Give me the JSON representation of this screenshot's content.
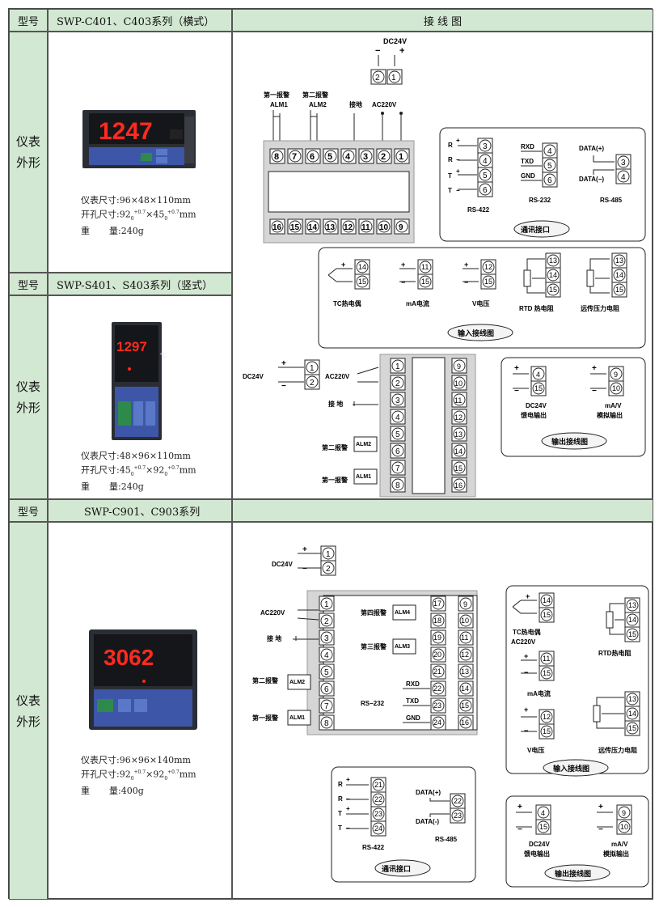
{
  "sections": [
    {
      "type_label": "型号",
      "model": "SWP-C401、C403系列（横式）",
      "diagram_header": "接 线 图",
      "appearance_label": [
        "仪表",
        "外形"
      ],
      "display_value": "1247",
      "specs": {
        "size": "仪表尺寸:96×48×110mm",
        "cutout_a": "开孔尺寸:92",
        "cutout_b": "×45",
        "cutout_c": "mm",
        "weight_a": "重",
        "weight_b": "量:240g"
      }
    },
    {
      "type_label": "型号",
      "model": "SWP-S401、S403系列（竖式）",
      "appearance_label": [
        "仪表",
        "外形"
      ],
      "display_value": "1297",
      "specs": {
        "size": "仪表尺寸:48×96×110mm",
        "cutout_a": "开孔尺寸:45",
        "cutout_b": "×92",
        "cutout_c": "mm",
        "weight_a": "重",
        "weight_b": "量:240g"
      }
    },
    {
      "type_label": "型号",
      "model": "SWP-C901、C903系列",
      "appearance_label": [
        "仪表",
        "外形"
      ],
      "display_value": "3062",
      "specs": {
        "size": "仪表尺寸:96×96×140mm",
        "cutout_a": "开孔尺寸:92",
        "cutout_b": "×92",
        "cutout_c": "mm",
        "weight_a": "重",
        "weight_b": "量:400g"
      }
    }
  ],
  "tolerance": {
    "upper": "+0.7",
    "lower": "0"
  },
  "wiring": {
    "dc24v": "DC24V",
    "ac220v": "AC220V",
    "ground": "接地",
    "ground_spaced": "接 地",
    "alarm1": "第一报警",
    "alarm2": "第二报警",
    "alarm3": "第三报警",
    "alarm4": "第四报警",
    "alm1": "ALM1",
    "alm2": "ALM2",
    "alm3": "ALM3",
    "alm4": "ALM4",
    "rxd": "RXD",
    "txd": "TXD",
    "gnd": "GND",
    "rs232": "RS-232",
    "rs232_dash": "RS−232",
    "rs422": "RS-422",
    "rs485": "RS-485",
    "data_pos": "DATA(+)",
    "data_neg": "DATA(−)",
    "data_neg_b": "DATA(-)",
    "comm": "通讯接口",
    "input": "输入接线图",
    "output": "输出接线图",
    "tc": "TC热电偶",
    "ma": "mA电流",
    "v": "V电压",
    "rtd": "RTD 热电阻",
    "rtd_b": "RTD热电阻",
    "remote": "远传压力电阻",
    "feed1": "DC24V",
    "feed2": "馈电输出",
    "anal1": "mA/V",
    "anal2": "模拟输出",
    "r": "R",
    "t": "T"
  },
  "terminals": {
    "top_row": [
      "8",
      "7",
      "6",
      "5",
      "4",
      "3",
      "2",
      "1"
    ],
    "bottom_row": [
      "16",
      "15",
      "14",
      "13",
      "12",
      "11",
      "10",
      "9"
    ],
    "left_col": [
      "1",
      "2",
      "3",
      "4",
      "5",
      "6",
      "7",
      "8"
    ],
    "right_col": [
      "9",
      "10",
      "11",
      "12",
      "13",
      "14",
      "15",
      "16"
    ],
    "mid_col": [
      "17",
      "18",
      "19",
      "20",
      "21",
      "22",
      "23",
      "24"
    ],
    "rs422": [
      "21",
      "22",
      "23",
      "24"
    ]
  },
  "colors": {
    "header_bg": "#d3e8d2",
    "led": "#ff2a1f",
    "panel_blue": "#3d56a8",
    "panel_green": "#2d8a4a"
  }
}
